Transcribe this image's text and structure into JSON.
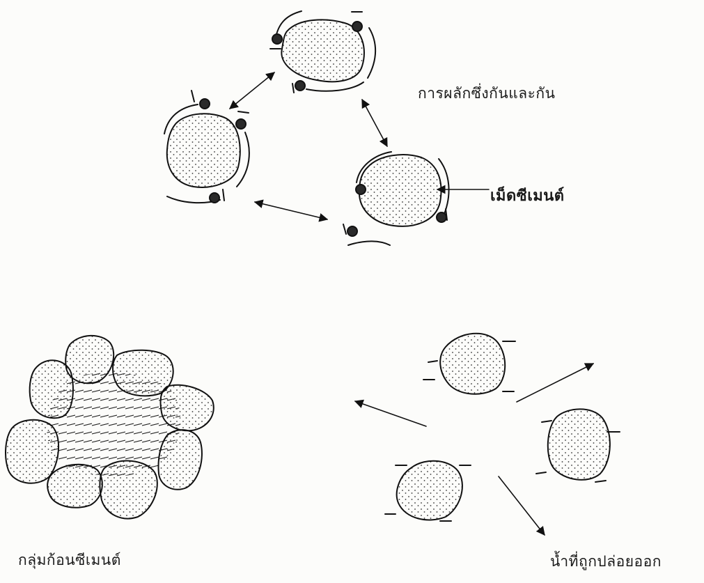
{
  "labels": {
    "mutual_repulsion": "การผลักซึ่งกันและกัน",
    "cement_grain": "เม็ดซีเมนต์",
    "cement_floc": "กลุ่มก้อนซีเมนต์",
    "released_water": "น้ำที่ถูกปล่อยออก"
  },
  "colors": {
    "ink": "#1a1a1a",
    "paper": "#fcfcfa",
    "dot": "#2a2a2a"
  },
  "icons": {
    "adsorbed_molecule": "filled-circle-with-tail",
    "negative_charge": "short-dash"
  }
}
